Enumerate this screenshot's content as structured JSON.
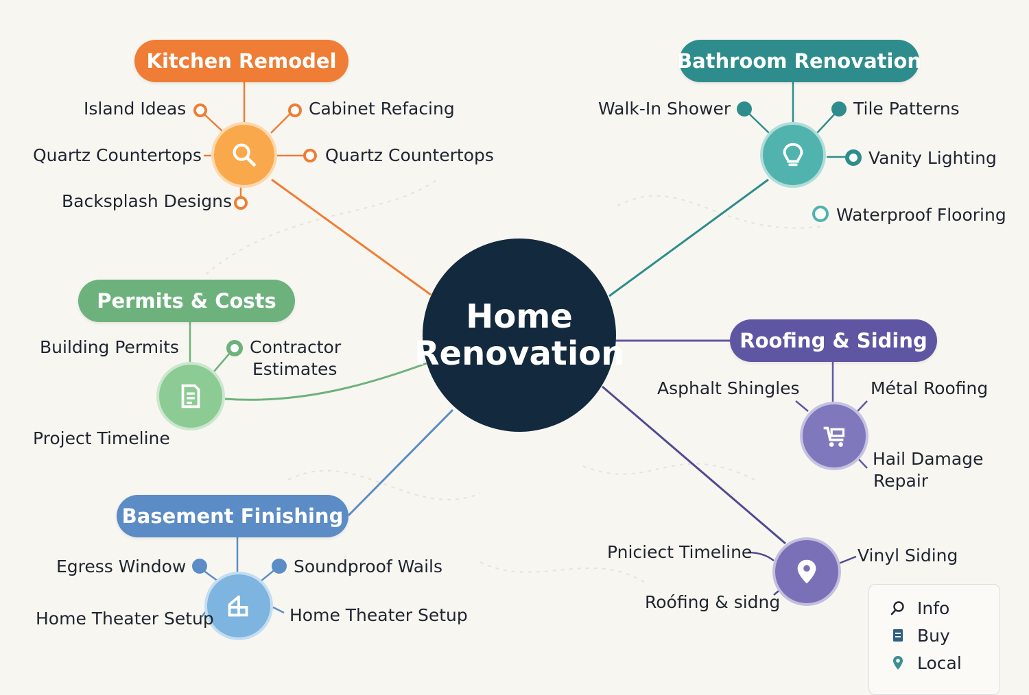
{
  "colors": {
    "kitchen": "#ef7d35",
    "kitchen_hub": "#f9a94b",
    "bathroom": "#2e8d8c",
    "bathroom_hub": "#51b3ad",
    "permits": "#6db27c",
    "permits_hub": "#8ccb93",
    "roofing": "#5f56a3",
    "roofing_hub": "#7f78bd",
    "basement": "#5b8cc6",
    "basement_hub": "#7db4e0",
    "siding_hub": "#7a70b7",
    "center": "#13293d"
  },
  "center": {
    "line1": "Home",
    "line2": "Renovation"
  },
  "branches": {
    "kitchen": {
      "title": "Kitchen Remodel",
      "icon": "search-icon",
      "items": [
        "Island Ideas",
        "Cabinet Refacing",
        "Quartz Countertops",
        "Quartz Countertops",
        "Backsplash Designs"
      ]
    },
    "bathroom": {
      "title": "Bathroom Renovation",
      "icon": "lightbulb-icon",
      "items": [
        "Walk-In Shower",
        "Tile Patterns",
        "Vanity Lighting",
        "Waterproof Flooring"
      ]
    },
    "permits": {
      "title": "Permits & Costs",
      "icon": "document-icon",
      "items": [
        "Building Permits",
        "Contractor",
        "Estimates",
        "Project Timeline"
      ]
    },
    "roofing": {
      "title": "Roofing & Siding",
      "icon": "cart-icon",
      "items": [
        "Asphalt Shingles",
        "Métal Roofing",
        "Hail Damage",
        "Repair"
      ]
    },
    "basement": {
      "title": "Basement Finishing",
      "icon": "home-icon",
      "items": [
        "Egress Window",
        "Soundproof Wails",
        "Home Theater Setup",
        "Home Theater Setup"
      ]
    },
    "siding": {
      "icon": "location-pin-icon",
      "items": [
        "Pniciect Timeline",
        "Vinyl Siding",
        "Roófing & sidng"
      ]
    }
  },
  "legend": {
    "items": [
      {
        "label": "Info",
        "icon": "search-icon"
      },
      {
        "label": "Buy",
        "icon": "document-icon"
      },
      {
        "label": "Local",
        "icon": "location-pin-icon"
      }
    ]
  }
}
